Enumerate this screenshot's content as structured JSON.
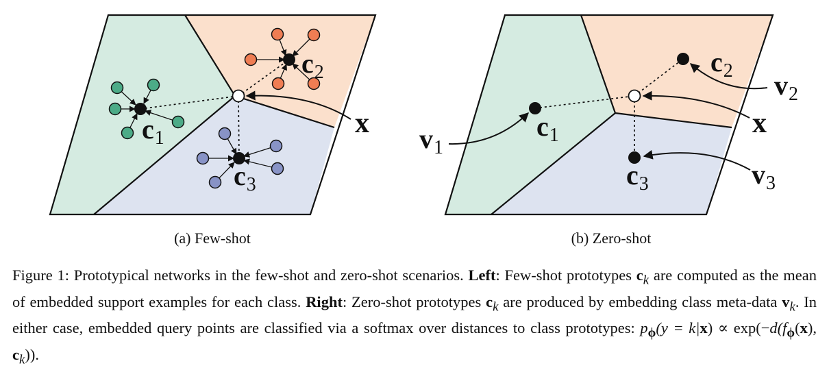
{
  "figure": {
    "left": {
      "caption": "(a) Few-shot",
      "labels": {
        "c1": {
          "base": "c",
          "sub": "1"
        },
        "c2": {
          "base": "c",
          "sub": "2"
        },
        "c3": {
          "base": "c",
          "sub": "3"
        },
        "x": "x"
      }
    },
    "right": {
      "caption": "(b) Zero-shot",
      "labels": {
        "c1": {
          "base": "c",
          "sub": "1"
        },
        "c2": {
          "base": "c",
          "sub": "2"
        },
        "c3": {
          "base": "c",
          "sub": "3"
        },
        "v1": {
          "base": "v",
          "sub": "1"
        },
        "v2": {
          "base": "v",
          "sub": "2"
        },
        "v3": {
          "base": "v",
          "sub": "3"
        },
        "x": "x"
      }
    },
    "colors": {
      "region_green": "#d5ebe1",
      "region_orange": "#fbe0cc",
      "region_blue": "#dde3f0",
      "point_green": "#4cab87",
      "point_orange": "#ef7d53",
      "point_blue": "#8893c6"
    }
  },
  "caption": {
    "label": "Figure 1:",
    "text1": " Prototypical networks in the few-shot and zero-shot scenarios. ",
    "left_word": "Left",
    "text2": ": Few-shot prototypes ",
    "text3": " are computed as the mean of embedded support examples for each class. ",
    "right_word": "Right",
    "text4": ": Zero-shot prototypes ",
    "text5": " are produced by embedding class meta-data ",
    "text6": ". In either case, embedded query points are classified via a softmax over distances to class prototypes: ",
    "math": {
      "ck_base": "c",
      "ck_sub": "k",
      "vk_base": "v",
      "vk_sub": "k",
      "formula_p": "p",
      "formula_phi": "ϕ",
      "formula_mid": "(y = k|",
      "formula_x": "x",
      "formula_prop": ") ∝ exp(−",
      "formula_d": "d",
      "formula_f": "(f",
      "formula_rest": "(",
      "formula_c": "c",
      "formula_k": "k",
      "formula_end": ")).",
      "formula_close": "), "
    }
  }
}
